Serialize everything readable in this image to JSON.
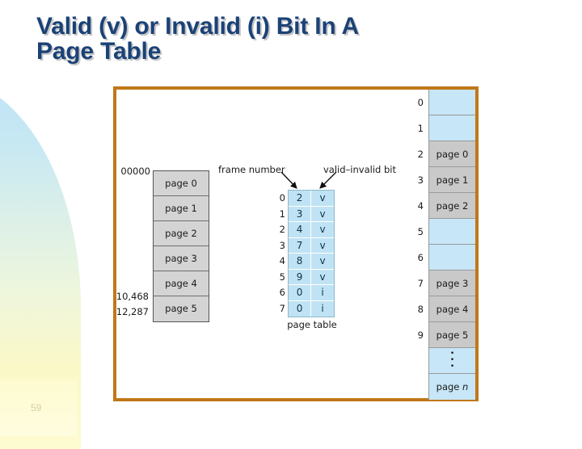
{
  "slide": {
    "title": "Valid (v) or Invalid (i) Bit In A\nPage Table",
    "number": "59",
    "accent_color": "#c07818",
    "title_color": "#1b4277"
  },
  "diagram": {
    "logical_memory": {
      "cells": [
        "page 0",
        "page 1",
        "page 2",
        "page 3",
        "page 4",
        "page 5"
      ],
      "address_top": "00000",
      "address_mid": "10,468",
      "address_bottom": "12,287"
    },
    "page_table": {
      "caption": "page table",
      "label_frame_number": "frame number",
      "label_valid_bit": "valid–invalid bit",
      "rows": [
        {
          "index": "0",
          "frame": "2",
          "bit": "v"
        },
        {
          "index": "1",
          "frame": "3",
          "bit": "v"
        },
        {
          "index": "2",
          "frame": "4",
          "bit": "v"
        },
        {
          "index": "3",
          "frame": "7",
          "bit": "v"
        },
        {
          "index": "4",
          "frame": "8",
          "bit": "v"
        },
        {
          "index": "5",
          "frame": "9",
          "bit": "v"
        },
        {
          "index": "6",
          "frame": "0",
          "bit": "i"
        },
        {
          "index": "7",
          "frame": "0",
          "bit": "i"
        }
      ]
    },
    "physical_memory": {
      "frames": [
        {
          "index": "0",
          "label": "",
          "state": "empty"
        },
        {
          "index": "1",
          "label": "",
          "state": "empty"
        },
        {
          "index": "2",
          "label": "page 0",
          "state": "filled"
        },
        {
          "index": "3",
          "label": "page 1",
          "state": "filled"
        },
        {
          "index": "4",
          "label": "page 2",
          "state": "filled"
        },
        {
          "index": "5",
          "label": "",
          "state": "empty"
        },
        {
          "index": "6",
          "label": "",
          "state": "empty"
        },
        {
          "index": "7",
          "label": "page 3",
          "state": "filled"
        },
        {
          "index": "8",
          "label": "page 4",
          "state": "filled"
        },
        {
          "index": "9",
          "label": "page 5",
          "state": "filled"
        },
        {
          "index": "",
          "label": "",
          "state": "dots"
        },
        {
          "index": "",
          "label": "page n",
          "state": "pagen"
        }
      ]
    }
  }
}
